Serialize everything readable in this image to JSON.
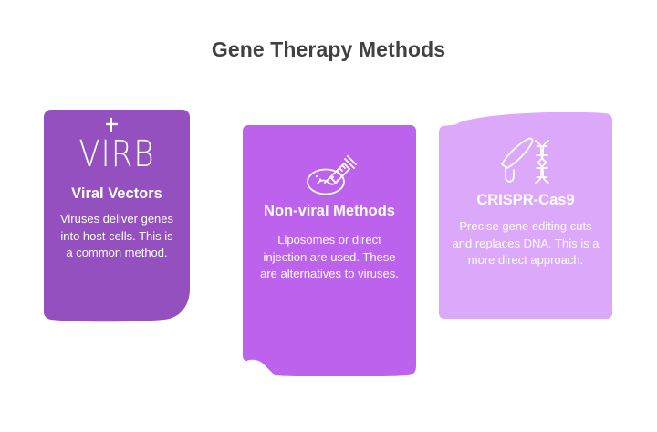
{
  "page": {
    "title": "Gene Therapy Methods",
    "background_color": "#ffffff",
    "title_color": "#414141"
  },
  "cards": [
    {
      "id": "viral-vectors",
      "heading": "Viral Vectors",
      "body": "Viruses deliver genes into host cells. This is a common method.",
      "icon": "virb-wordmark-icon",
      "icon_text": "VIRB",
      "color": "#9450be"
    },
    {
      "id": "non-viral-methods",
      "heading": "Non-viral Methods",
      "body": "Liposomes or direct injection are used. These are alternatives to viruses.",
      "icon": "syringe-petri-dish-icon",
      "color": "#bd62ec"
    },
    {
      "id": "crispr-cas9",
      "heading": "CRISPR-Cas9",
      "body": "Precise gene editing cuts and replaces DNA. This is a more direct approach.",
      "icon": "scalpel-dna-icon",
      "color": "#dca8fa"
    }
  ]
}
